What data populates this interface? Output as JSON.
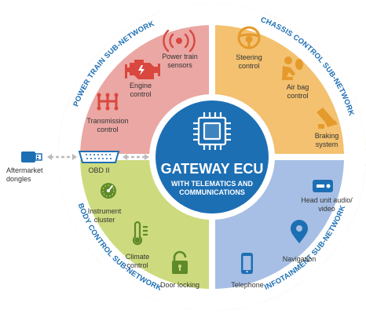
{
  "colors": {
    "power_train": "#eaa7a3",
    "chassis": "#f3c170",
    "body": "#cddb7e",
    "infotainment": "#a7bfe4",
    "ring": "#ffffff",
    "gateway": "#1d6fb4",
    "icon_red": "#d9473e",
    "icon_orange": "#e59a2c",
    "icon_green": "#5e8a2a",
    "icon_blue": "#1d6fb4",
    "network_label": "#1d6fb4"
  },
  "gateway": {
    "title": "GATEWAY ECU",
    "subtitle_line1": "WITH TELEMATICS AND",
    "subtitle_line2": "COMMUNICATIONS"
  },
  "networks": {
    "power_train": {
      "label": "POWER TRAIN SUB-NETWORK",
      "items": [
        {
          "icon": "power-train-sensor-icon",
          "line1": "Power train",
          "line2": "sensors"
        },
        {
          "icon": "engine-icon",
          "line1": "Engine",
          "line2": "control"
        },
        {
          "icon": "transmission-icon",
          "line1": "Transmission",
          "line2": "control"
        }
      ]
    },
    "chassis": {
      "label": "CHASSIS CONTROL SUB-NETWORK",
      "items": [
        {
          "icon": "steering-wheel-icon",
          "line1": "Steering",
          "line2": "control"
        },
        {
          "icon": "airbag-icon",
          "line1": "Air bag",
          "line2": "control"
        },
        {
          "icon": "brake-pedal-icon",
          "line1": "Braking",
          "line2": "system"
        }
      ]
    },
    "body": {
      "label": "BODY CONTROL SUB-NETWORK",
      "items": [
        {
          "icon": "gauge-icon",
          "line1": "Instrument",
          "line2": "cluster"
        },
        {
          "icon": "thermometer-icon",
          "line1": "Climate",
          "line2": "control"
        },
        {
          "icon": "padlock-icon",
          "line1": "Door locking",
          "line2": ""
        }
      ]
    },
    "infotainment": {
      "label": "INFOTAINMENT SUB-NETWORK",
      "items": [
        {
          "icon": "radio-icon",
          "line1": "Head unit audio/",
          "line2": "video"
        },
        {
          "icon": "map-pin-icon",
          "line1": "Navigation",
          "line2": ""
        },
        {
          "icon": "phone-icon",
          "line1": "Telephone",
          "line2": ""
        }
      ]
    }
  },
  "external": {
    "dongle_line1": "Aftermarket",
    "dongle_line2": "dongles",
    "obd_label": "OBD II"
  }
}
